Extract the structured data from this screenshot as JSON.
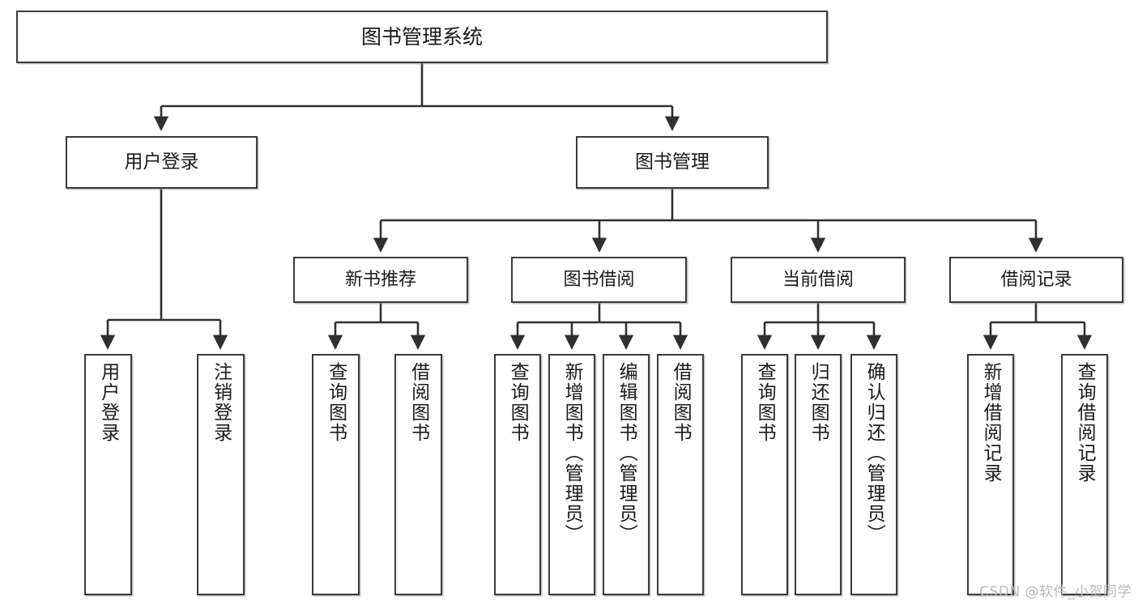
{
  "diagram": {
    "type": "tree",
    "title": "图书管理系统",
    "orientation": "top-down",
    "colors": {
      "box_border": "#3b3b3b",
      "box_fill": "#ffffff",
      "edge": "#2f2f2f",
      "text": "#1a1a1a",
      "watermark": "#b9b9b9"
    },
    "watermark": "CSDN @软件_小贺同学",
    "nodes": {
      "root": "图书管理系统",
      "level1": [
        "用户登录",
        "图书管理"
      ],
      "level2": [
        "新书推荐",
        "图书借阅",
        "当前借阅",
        "借阅记录"
      ],
      "leaves_user_login": [
        "用户登录",
        "注销登录"
      ],
      "leaves_new_book": [
        "查询图书",
        "借阅图书"
      ],
      "leaves_borrow": [
        "查询图书",
        "新增图书（管理员）",
        "编辑图书（管理员）",
        "借阅图书"
      ],
      "leaves_current": [
        "查询图书",
        "归还图书",
        "确认归还（管理员）"
      ],
      "leaves_records": [
        "新增借阅记录",
        "查询借阅记录"
      ]
    }
  }
}
